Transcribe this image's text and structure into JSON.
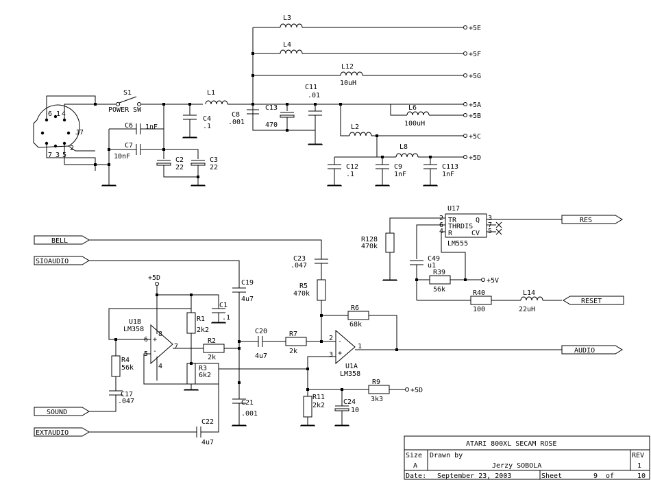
{
  "title_block": {
    "title": "ATARI 800XL SECAM ROSE",
    "size_label": "Size",
    "size_value": "A",
    "drawn_label": "Drawn by",
    "author": "Jerzy SOBOLA",
    "rev_label": "REV",
    "rev_value": "1",
    "date_label": "Date:",
    "date_value": "September 23, 2003",
    "sheet_label": "Sheet",
    "sheet_value": "9",
    "of_label": "of",
    "of_value": "10"
  },
  "power": {
    "j7": "J7",
    "j7_pins": [
      "6",
      "1",
      "4",
      "2",
      "7",
      "3",
      "5"
    ],
    "s1": "S1",
    "s1_value": "POWER SW",
    "l1": "L1",
    "l2": "L2",
    "l3": "L3",
    "l4": "L4",
    "l6": "L6",
    "l6_value": "100uH",
    "l8": "L8",
    "l12": "L12",
    "l12_value": "10uH",
    "c2": "C2",
    "c2_value": "22",
    "c3": "C3",
    "c3_value": "22",
    "c4": "C4",
    "c4_value": ".1",
    "c6": "C6",
    "c6_value": "1nF",
    "c7": "C7",
    "c7_value": "10nF",
    "c8": "C8",
    "c8_value": ".001",
    "c9": "C9",
    "c9_value": "1nF",
    "c11": "C11",
    "c11_value": ".01",
    "c12": "C12",
    "c12_value": ".1",
    "c13": "C13",
    "c13_value": "470",
    "c113": "C113",
    "c113_value": "1nF",
    "rails": [
      "+5E",
      "+5F",
      "+5G",
      "+5A",
      "+5B",
      "+5C",
      "+5D"
    ]
  },
  "audio": {
    "bell": "BELL",
    "sioaudio": "SIOAUDIO",
    "sound": "SOUND",
    "extaudio": "EXTAUDIO",
    "audio_out": "AUDIO",
    "plus5d_top": "+5D",
    "plus5d_r9": "+5D",
    "u1b": "U1B",
    "u1b_part": "LM358",
    "u1a": "U1A",
    "u1a_part": "LM358",
    "u1b_pins": [
      "6",
      "5",
      "7",
      "8",
      "4"
    ],
    "u1a_pins": [
      "2",
      "3",
      "1"
    ],
    "r1": "R1",
    "r1_value": "2k2",
    "r2": "R2",
    "r2_value": "2k",
    "r3": "R3",
    "r3_value": "6k2",
    "r4": "R4",
    "r4_value": "56k",
    "r5": "R5",
    "r5_value": "470k",
    "r6": "R6",
    "r6_value": "68k",
    "r7": "R7",
    "r7_value": "2k",
    "r9": "R9",
    "r9_value": "3k3",
    "r11": "R11",
    "r11_value": "2k2",
    "c1": "C1",
    "c1_value": ".1",
    "c17": "C17",
    "c17_value": ".047",
    "c19": "C19",
    "c19_value": "4u7",
    "c20": "C20",
    "c20_value": "4u7",
    "c21": "C21",
    "c21_value": ".001",
    "c22": "C22",
    "c22_value": "4u7",
    "c23": "C23",
    "c23_value": ".047",
    "c24": "C24",
    "c24_value": "10"
  },
  "reset": {
    "u17": "U17",
    "u17_part": "LM555",
    "pin_tr": "TR",
    "pin_q": "Q",
    "pin_thrdis": "THRDIS",
    "pin_r": "R",
    "pin_cv": "CV",
    "pins": [
      "2",
      "6",
      "4",
      "3",
      "7",
      "5"
    ],
    "res": "RES",
    "reset_in": "RESET",
    "plus5v": "+5V",
    "r128": "R128",
    "r128_value": "470k",
    "r39": "R39",
    "r39_value": "56k",
    "r40": "R40",
    "r40_value": "100",
    "l14": "L14",
    "l14_value": "22uH",
    "c49": "C49",
    "c49_value": "u1"
  }
}
